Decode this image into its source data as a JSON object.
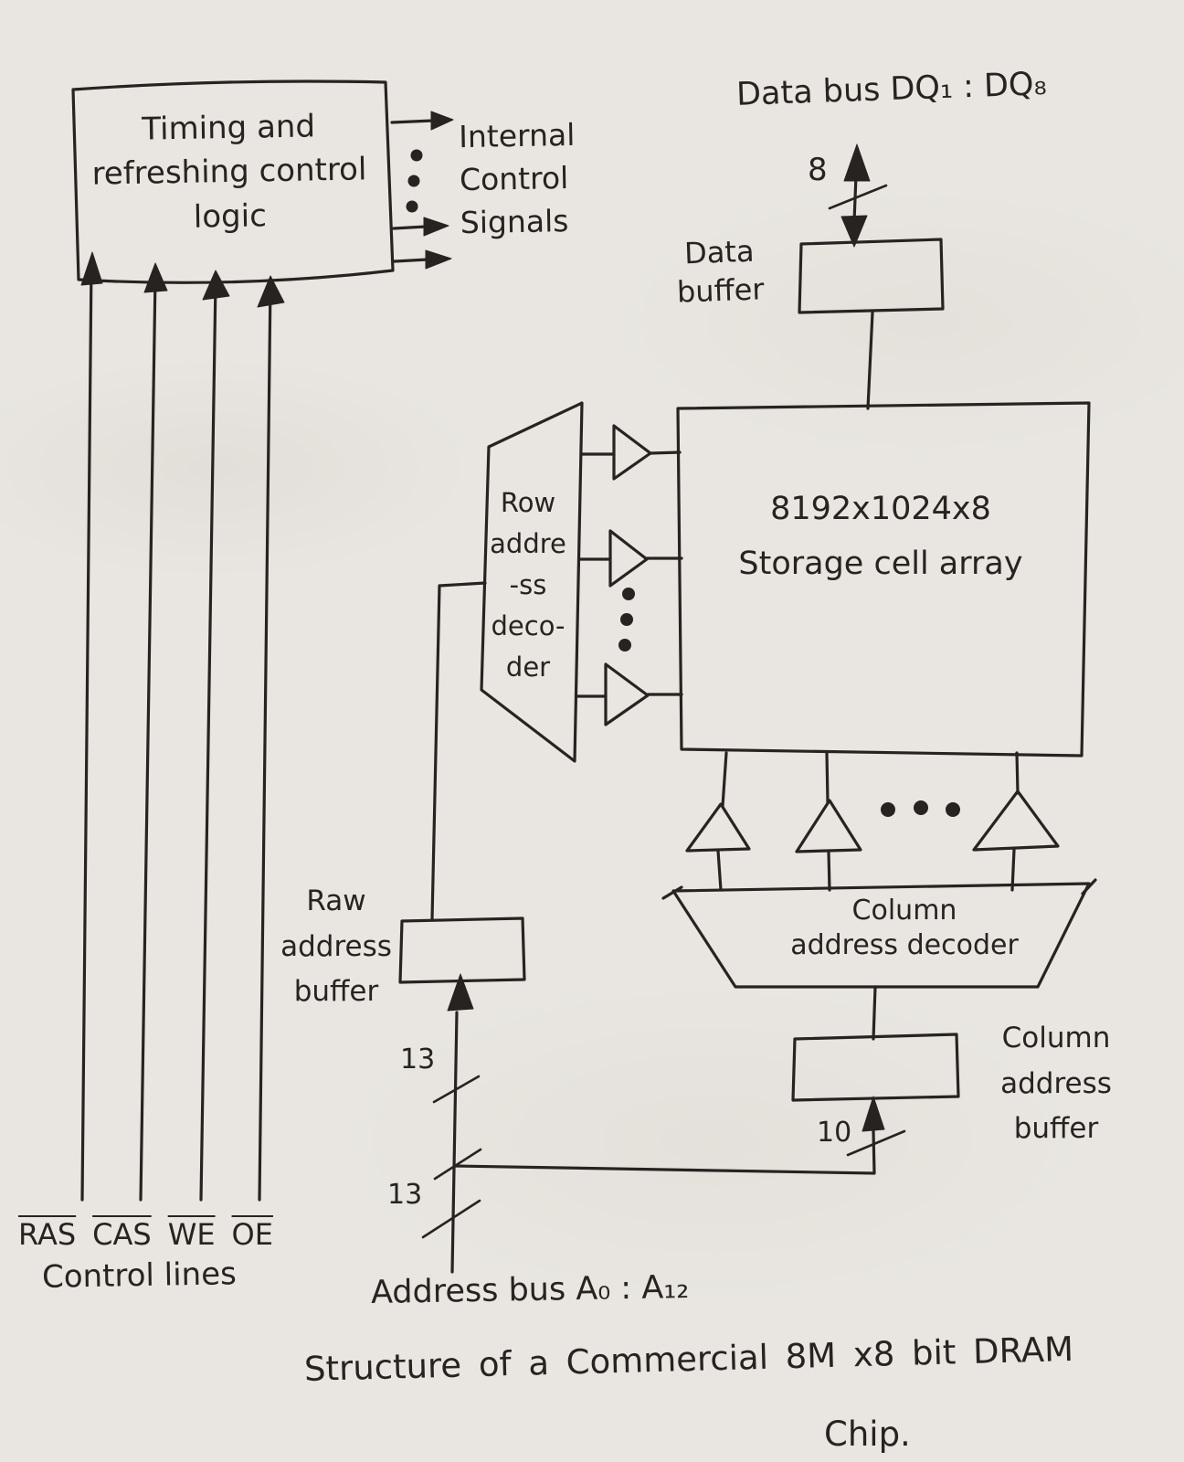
{
  "page": {
    "background": "#e9e6e1",
    "ink": "#262320"
  },
  "blocks": {
    "timing_logic": {
      "lines": [
        "Timing and",
        "refreshing control",
        "logic"
      ]
    },
    "internal_signals": {
      "lines": [
        "Internal",
        "Control",
        "Signals"
      ]
    },
    "data_buffer": {
      "lines": [
        "Data",
        "buffer"
      ]
    },
    "storage_array": {
      "lines": [
        "8192x1024x8",
        "Storage cell array"
      ]
    },
    "row_decoder": {
      "lines": [
        "Row",
        "addre",
        "-ss",
        "deco-",
        "der"
      ]
    },
    "column_decoder": {
      "lines": [
        "Column",
        "address decoder"
      ]
    },
    "raw_address_buffer": {
      "lines": [
        "Raw",
        "address",
        "buffer"
      ]
    },
    "column_address_buffer": {
      "lines": [
        "Column",
        "address",
        "buffer"
      ]
    }
  },
  "buses": {
    "data_bus_label": "Data bus DQ₁ : DQ₈",
    "data_bus_width": "8",
    "row_address_width": "13",
    "address_bus_width": "13",
    "column_address_width": "10",
    "address_bus_label": "Address bus A₀ : A₁₂"
  },
  "control": {
    "signals": [
      "RAS",
      "CAS",
      "WE",
      "OE"
    ],
    "label": "Control lines"
  },
  "caption": {
    "lines": [
      "Structure of a Commercial 8M x8 bit DRAM",
      "Chip."
    ]
  }
}
